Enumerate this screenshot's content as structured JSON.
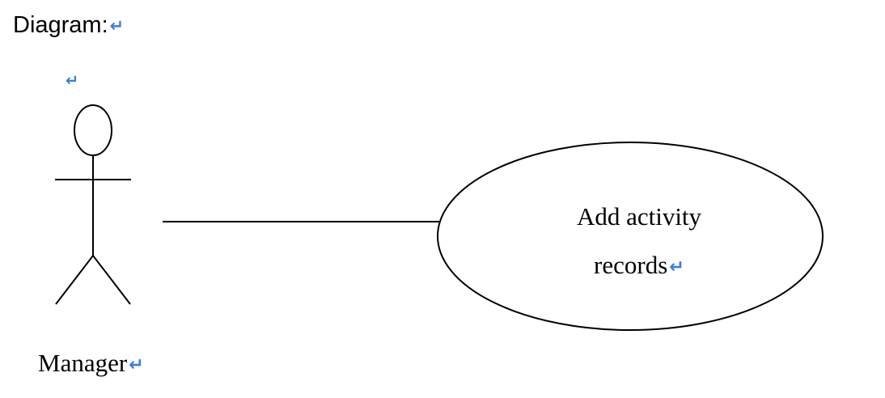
{
  "heading": {
    "text": "Diagram:"
  },
  "paragraph_mark": "↵",
  "actor": {
    "label": "Manager"
  },
  "use_case": {
    "line1": "Add activity",
    "line2": "records"
  },
  "colors": {
    "paragraph_mark": "#3b7ddd",
    "stroke": "#000000"
  }
}
